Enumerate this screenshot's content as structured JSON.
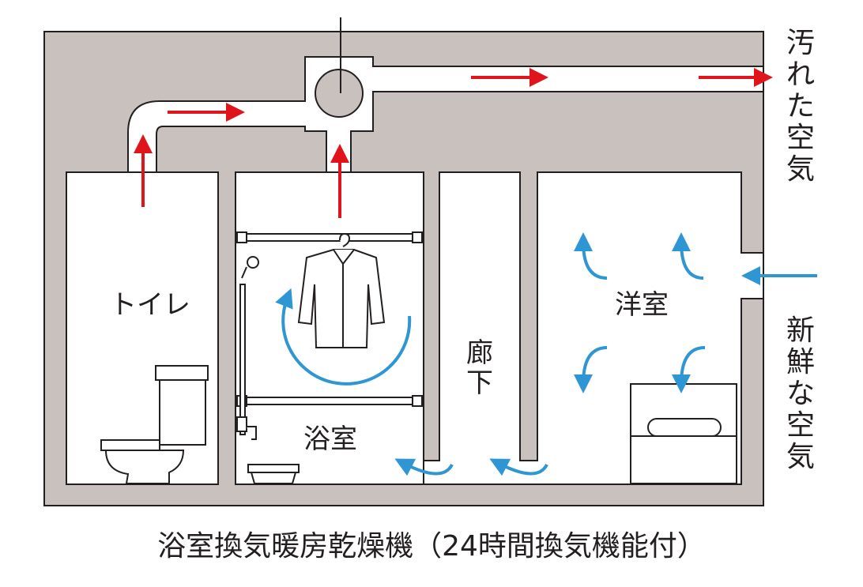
{
  "rooms": {
    "toilet": "トイレ",
    "bathroom": "浴室",
    "corridor": [
      "廊",
      "下"
    ],
    "western_room": "洋室"
  },
  "side_labels": {
    "exhaust": [
      "汚",
      "れ",
      "た",
      "空",
      "気"
    ],
    "intake": [
      "新",
      "鮮",
      "な",
      "空",
      "気"
    ]
  },
  "caption": "浴室換気暖房乾燥機（24時間換気機能付）",
  "colors": {
    "wall": "#c8c1bd",
    "outline": "#231f20",
    "exhaust_arrow": "#e0141b",
    "intake_arrow": "#2e96d2"
  }
}
